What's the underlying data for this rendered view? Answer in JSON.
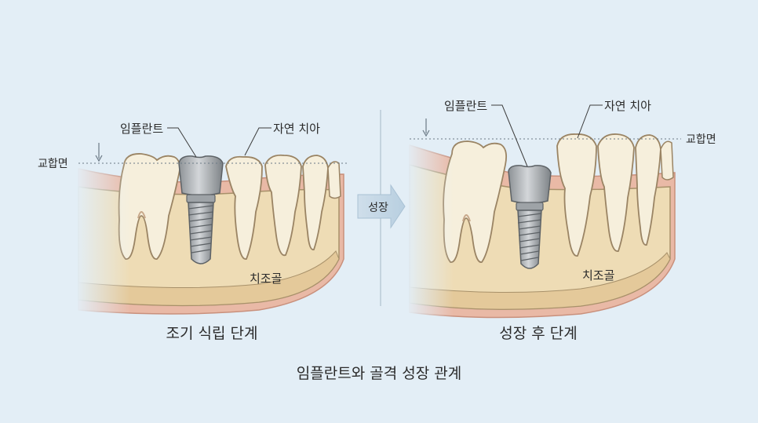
{
  "left_panel": {
    "label_implant": "임플란트",
    "label_natural_tooth": "자연 치아",
    "label_occlusal_plane": "교합면",
    "label_alveolar_bone": "치조골",
    "caption": "조기 식립 단계"
  },
  "right_panel": {
    "label_implant": "임플란트",
    "label_natural_tooth": "자연 치아",
    "label_occlusal_plane": "교합면",
    "label_alveolar_bone": "치조골",
    "caption": "성장 후 단계"
  },
  "transition_label": "성장",
  "figure_title": "임플란트와 골격 성장 관계",
  "colors": {
    "background": "#e3eef6",
    "gum": "#e9b9a6",
    "bone": "#eedcb5",
    "tooth": "#f6efdc",
    "implant": "#a9adb1",
    "outline": "#8c7a5e"
  }
}
